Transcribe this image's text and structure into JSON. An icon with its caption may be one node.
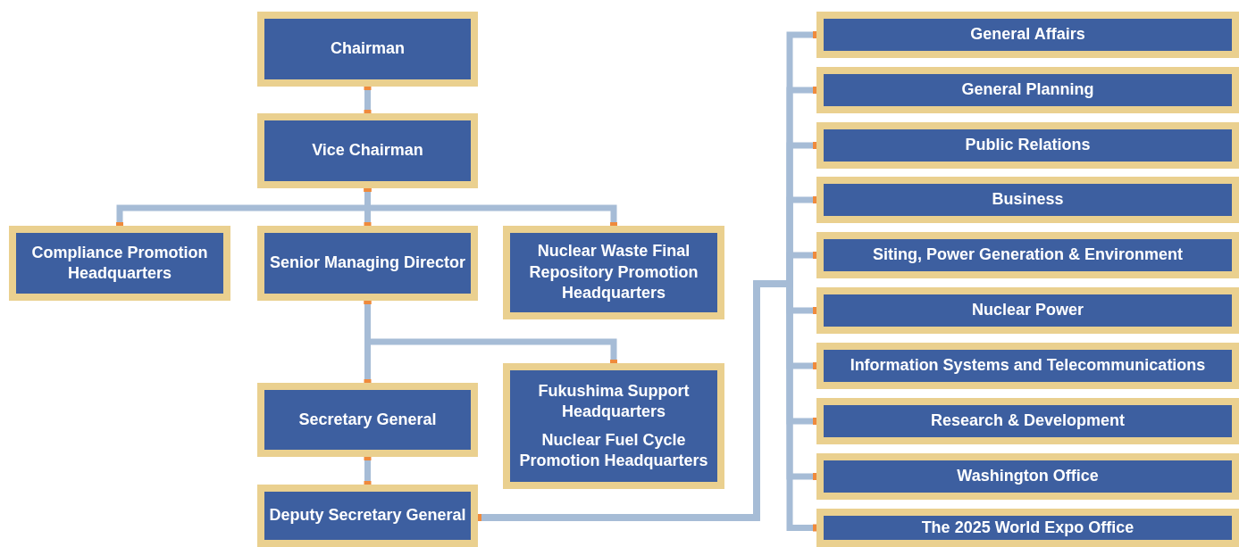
{
  "diagram": {
    "nodes": [
      {
        "text": [
          "Chairman"
        ]
      },
      {
        "text": [
          "Vice Chairman"
        ]
      },
      {
        "text": [
          "Compliance Promotion Headquarters"
        ]
      },
      {
        "text": [
          "Senior Managing Director"
        ]
      },
      {
        "text": [
          "Nuclear Waste Final Repository Promotion Headquarters"
        ]
      },
      {
        "text": [
          "Fukushima Support Headquarters",
          "Nuclear Fuel Cycle Promotion Headquarters"
        ]
      },
      {
        "text": [
          "Secretary General"
        ]
      },
      {
        "text": [
          "Deputy Secretary General"
        ]
      },
      {
        "text": [
          "General Affairs"
        ]
      },
      {
        "text": [
          "General Planning"
        ]
      },
      {
        "text": [
          "Public Relations"
        ]
      },
      {
        "text": [
          "Business"
        ]
      },
      {
        "text": [
          "Siting, Power Generation & Environment"
        ]
      },
      {
        "text": [
          "Nuclear Power"
        ]
      },
      {
        "text": [
          "Information Systems and Telecommunications"
        ]
      },
      {
        "text": [
          "Research & Development"
        ]
      },
      {
        "text": [
          "Washington Office"
        ]
      },
      {
        "text": [
          "The 2025 World Expo Office"
        ]
      }
    ],
    "edges": [
      {
        "from": 0,
        "to": 1,
        "arrow": "other"
      },
      {
        "from": 1,
        "to": 2,
        "arrow": "other"
      },
      {
        "from": 1,
        "to": 3,
        "arrow": "other"
      },
      {
        "from": 1,
        "to": 4,
        "arrow": "other"
      },
      {
        "from": 3,
        "to": 6,
        "arrow": "other"
      },
      {
        "from": 3,
        "to": 5,
        "arrow": "other"
      },
      {
        "from": 6,
        "to": 7,
        "arrow": "other"
      },
      {
        "from": 7,
        "to": 8,
        "arrow": "other"
      },
      {
        "from": 7,
        "to": 9,
        "arrow": "other"
      },
      {
        "from": 7,
        "to": 10,
        "arrow": "other"
      },
      {
        "from": 7,
        "to": 11,
        "arrow": "other"
      },
      {
        "from": 7,
        "to": 12,
        "arrow": "other"
      },
      {
        "from": 7,
        "to": 13,
        "arrow": "other"
      },
      {
        "from": 7,
        "to": 14,
        "arrow": "other"
      },
      {
        "from": 7,
        "to": 15,
        "arrow": "other"
      },
      {
        "from": 7,
        "to": 16,
        "arrow": "other"
      },
      {
        "from": 7,
        "to": 17,
        "arrow": "other"
      }
    ]
  }
}
